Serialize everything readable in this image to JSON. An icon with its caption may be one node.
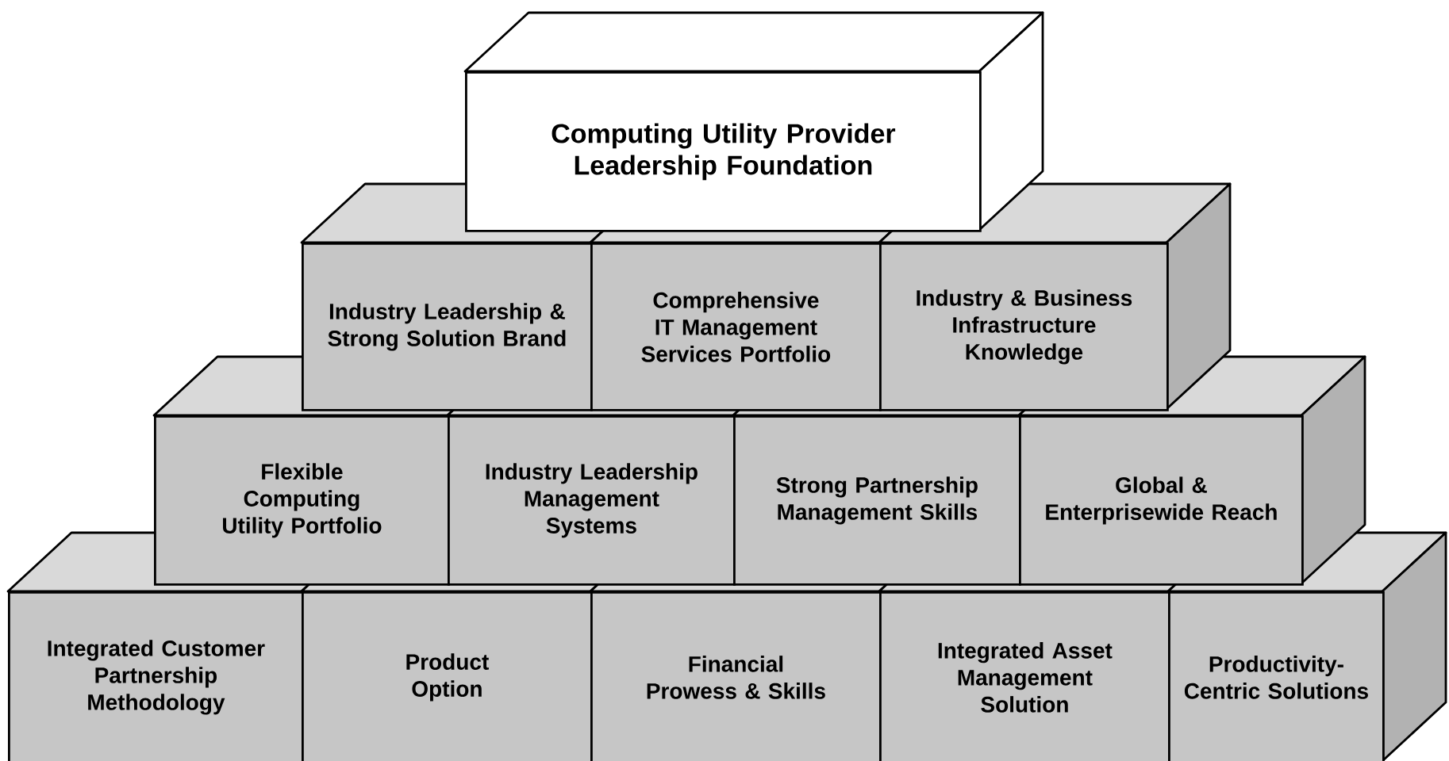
{
  "diagram": {
    "nodes": [
      {
        "text": [
          "Computing Utility Provider Leadership Foundation"
        ]
      },
      {
        "text": [
          "Industry Leadership & Strong Solution Brand"
        ]
      },
      {
        "text": [
          "Comprehensive IT Management Services Portfolio"
        ]
      },
      {
        "text": [
          "Industry & Business Infrastructure Knowledge"
        ]
      },
      {
        "text": [
          "Flexible Computing Utility Portfolio"
        ]
      },
      {
        "text": [
          "Industry Leadership Management Systems"
        ]
      },
      {
        "text": [
          "Strong Partnership Management Skills"
        ]
      },
      {
        "text": [
          "Global & Enterprisewide Reach"
        ]
      },
      {
        "text": [
          "Integrated Customer Partnership Methodology"
        ]
      },
      {
        "text": [
          "Product Option"
        ]
      },
      {
        "text": [
          "Financial Prowess & Skills"
        ]
      },
      {
        "text": [
          "Integrated Asset Management Solution"
        ]
      },
      {
        "text": [
          "Productivity-Centric Solutions"
        ]
      }
    ]
  }
}
